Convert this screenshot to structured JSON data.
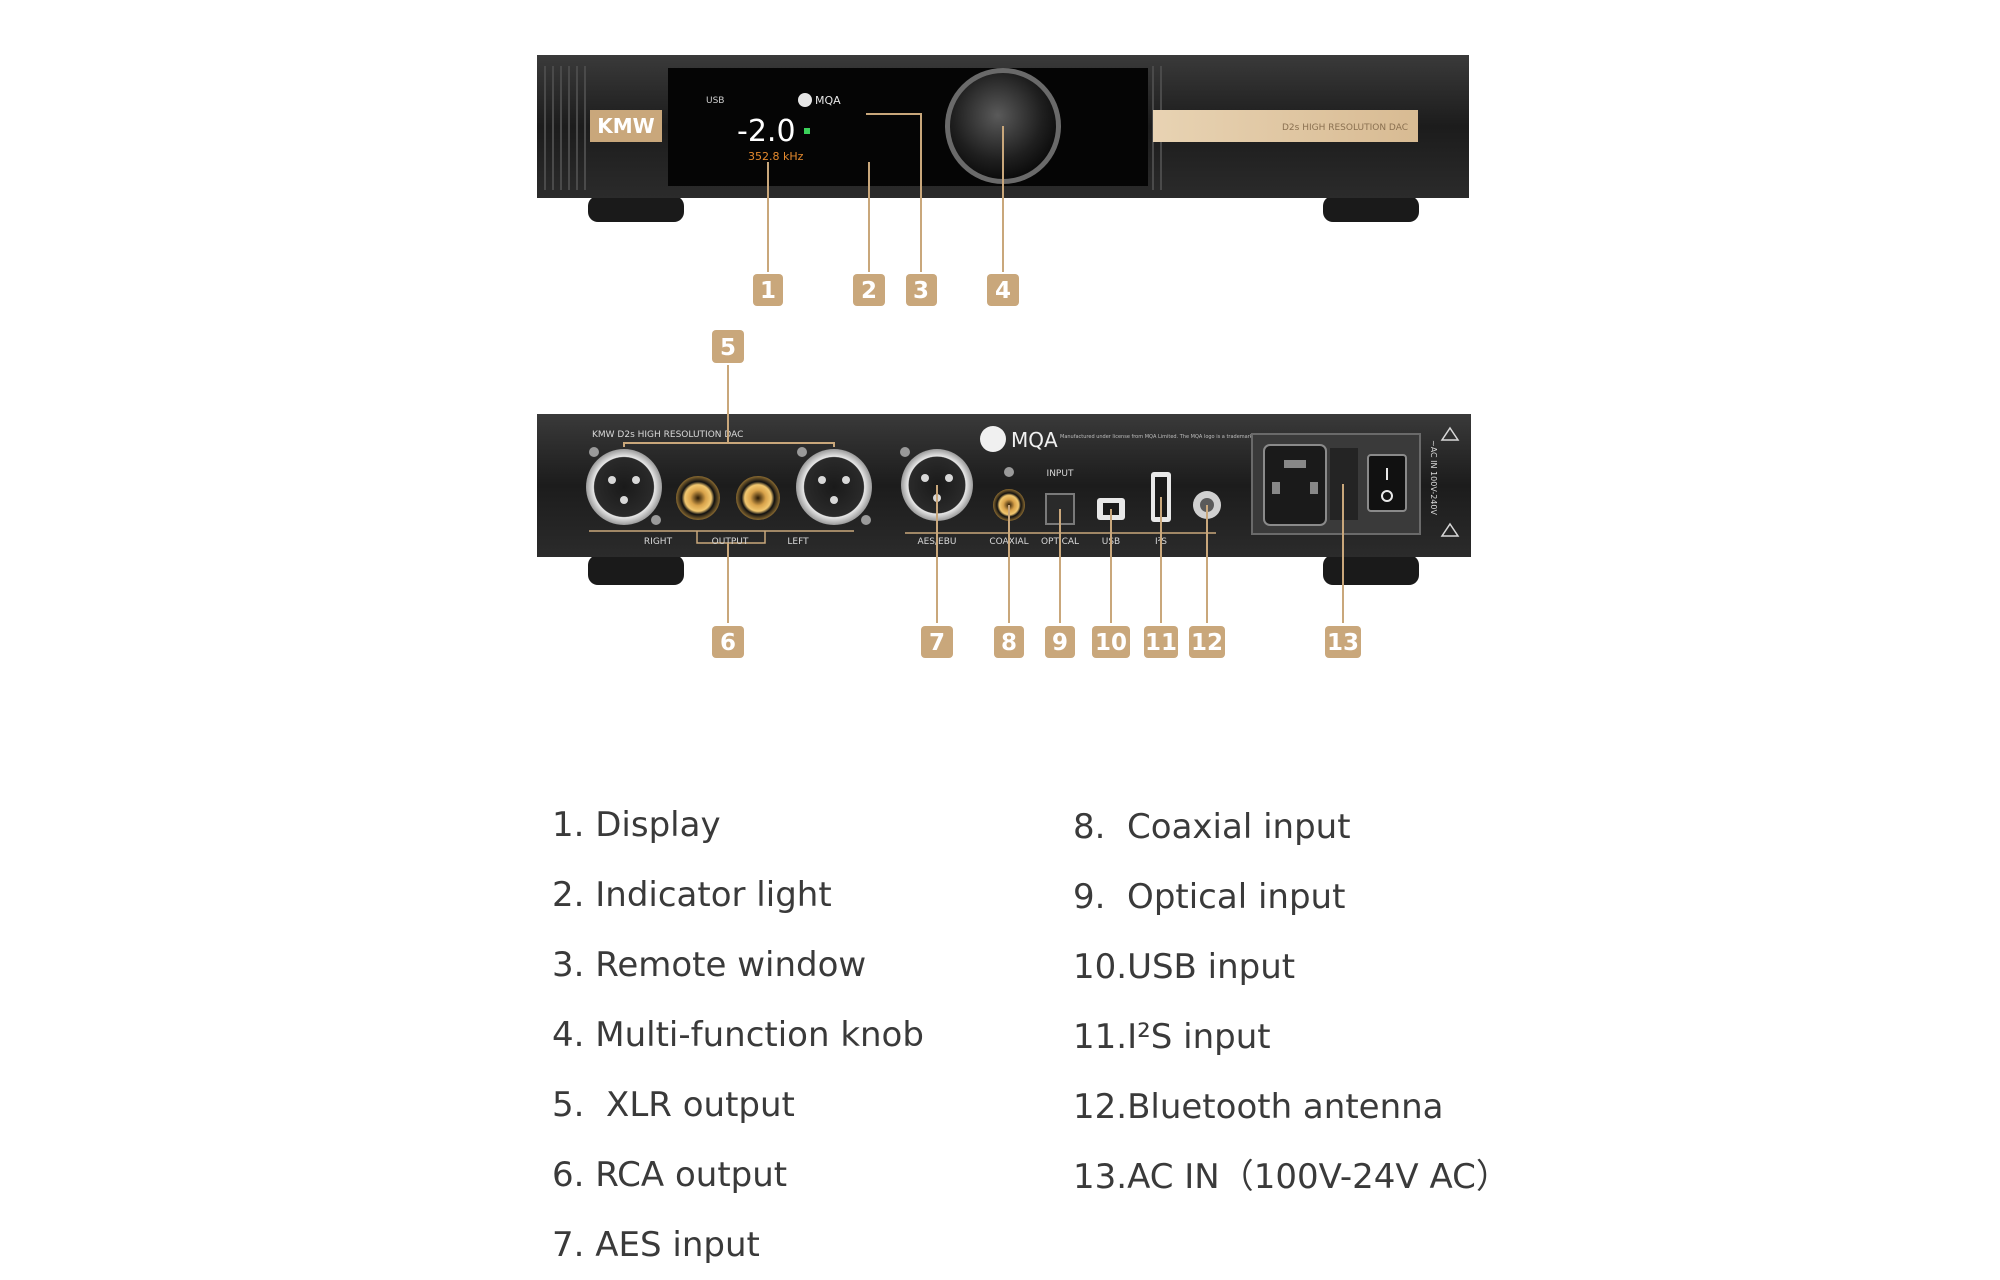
{
  "front_panel": {
    "logo": "KMW",
    "display_source": "USB",
    "display_mqa": "MQA",
    "display_volume": "-2.0",
    "display_rate": "352.8 kHz",
    "model_plate": "D2s HIGH RESOLUTION DAC"
  },
  "rear_panel": {
    "model_text": "KMW  D2s HIGH RESOLUTION DAC",
    "mqa_logo": "MQA",
    "mqa_notice": "Manufactured under license from MQA Limited. The MQA logo is a trademark of MQA Limited",
    "output_label": "OUTPUT",
    "right_label": "RIGHT",
    "left_label": "LEFT",
    "input_label": "INPUT",
    "aes_label": "AES/EBU",
    "coaxial_label": "COAXIAL",
    "optical_label": "OPTICAL",
    "usb_label": "USB",
    "i2s_label": "I²S",
    "ac_label": "~AC IN 100V-240V"
  },
  "callouts": [
    "1",
    "2",
    "3",
    "4",
    "5",
    "6",
    "7",
    "8",
    "9",
    "10",
    "11",
    "12",
    "13"
  ],
  "legend_left": [
    "1. Display",
    "2. Indicator light",
    "3. Remote window",
    "4. Multi-function knob",
    "5.  XLR output",
    "6. RCA output",
    "7. AES input"
  ],
  "legend_right": [
    "8.  Coaxial input",
    "9.  Optical input",
    "10.USB input",
    "11.I²S input",
    "12.Bluetooth antenna",
    "13.AC IN（100V-24V AC）"
  ],
  "colors": {
    "chassis": "#1e1e1e",
    "accent_gold": "#c9a77b",
    "plate_gold": "#e3c9a3",
    "display_orange": "#e58a2e"
  }
}
